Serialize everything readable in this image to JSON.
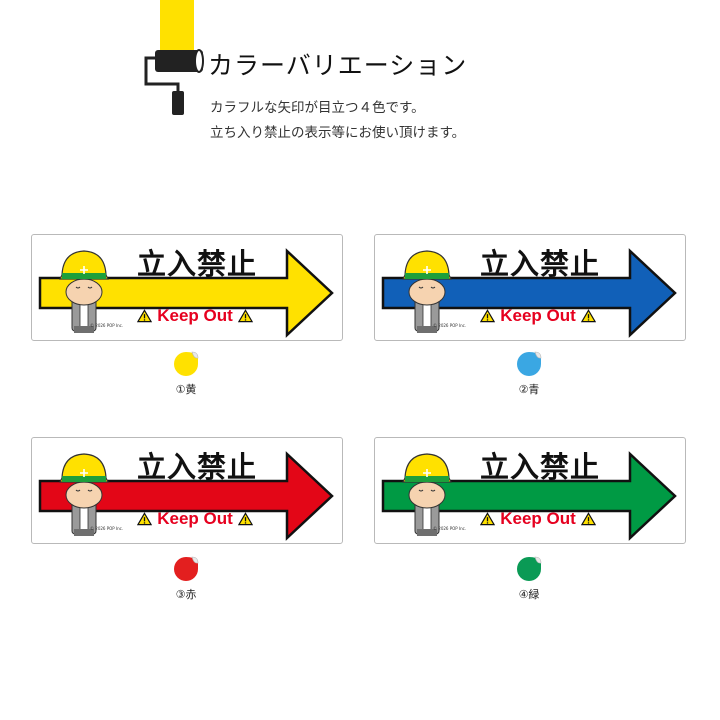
{
  "header": {
    "title": "カラーバリエーション",
    "description_lines": [
      "カラフルな矢印が目立つ４色です。",
      "立ち入り禁止の表示等にお使い頂けます。"
    ]
  },
  "cards": [
    {
      "sign_title": "立入禁止",
      "keep_out": "Keep Out",
      "copyright": "© 2026 POP Inc.",
      "label": "①黄",
      "color": "#ffe100"
    },
    {
      "sign_title": "立入禁止",
      "keep_out": "Keep Out",
      "copyright": "© 2026 POP Inc.",
      "label": "②青",
      "color": "#1160b8"
    },
    {
      "sign_title": "立入禁止",
      "keep_out": "Keep Out",
      "copyright": "© 2026 POP Inc.",
      "label": "③赤",
      "color": "#e30617"
    },
    {
      "sign_title": "立入禁止",
      "keep_out": "Keep Out",
      "copyright": "© 2026 POP Inc.",
      "label": "④緑",
      "color": "#009a44"
    }
  ],
  "swatches": [
    {
      "color": "#ffe100"
    },
    {
      "color": "#3aa7e3"
    },
    {
      "color": "#e31f1f"
    },
    {
      "color": "#0a9a55"
    }
  ],
  "accents": {
    "keep_out_red": "#e6001f",
    "roller_yellow": "#ffe100",
    "warning_yellow": "#ffe100"
  },
  "icons": [
    "paint-roller-icon",
    "warning-icon",
    "worker-bow-icon",
    "arrow-icon",
    "sticker-swatch-icon"
  ]
}
